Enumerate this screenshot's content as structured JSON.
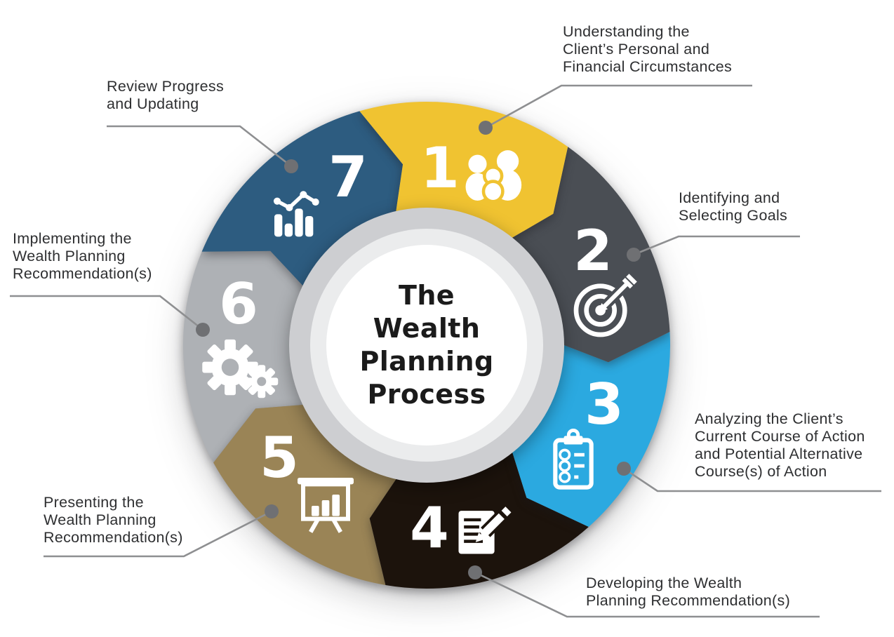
{
  "title": {
    "lines": [
      "The",
      "Wealth",
      "Planning",
      "Process"
    ]
  },
  "center": {
    "ring_outer_color": "#cdced1",
    "ring_inner_color": "#ebeced",
    "face_color": "#ffffff",
    "title_color": "#1b1b1b"
  },
  "connector": {
    "line_color": "#8e8f91",
    "dot_color": "#6f7073"
  },
  "label_color": "#2e2f31",
  "number_color": "#ffffff",
  "segments": [
    {
      "number": "1",
      "icon": "family-icon",
      "color": "#F0C331",
      "label_lines": [
        "Understanding the",
        "Client’s Personal and",
        "Financial Circumstances"
      ]
    },
    {
      "number": "2",
      "icon": "target-arrow-icon",
      "color": "#4A4E54",
      "label_lines": [
        "Identifying and",
        "Selecting Goals"
      ]
    },
    {
      "number": "3",
      "icon": "clipboard-checklist-icon",
      "color": "#2BA9E0",
      "label_lines": [
        "Analyzing the Client’s",
        "Current Course of Action",
        "and Potential Alternative",
        "Course(s) of Action"
      ]
    },
    {
      "number": "4",
      "icon": "document-pencil-icon",
      "color": "#1C130C",
      "label_lines": [
        "Developing the Wealth",
        "Planning Recommendation(s)"
      ]
    },
    {
      "number": "5",
      "icon": "presentation-chart-icon",
      "color": "#9A8456",
      "label_lines": [
        "Presenting the",
        "Wealth Planning",
        "Recommendation(s)"
      ]
    },
    {
      "number": "6",
      "icon": "gears-icon",
      "color": "#AEB1B5",
      "label_lines": [
        "Implementing the",
        "Wealth Planning",
        "Recommendation(s)"
      ]
    },
    {
      "number": "7",
      "icon": "chart-growth-icon",
      "color": "#2D5C80",
      "label_lines": [
        "Review Progress",
        "and Updating"
      ]
    }
  ]
}
